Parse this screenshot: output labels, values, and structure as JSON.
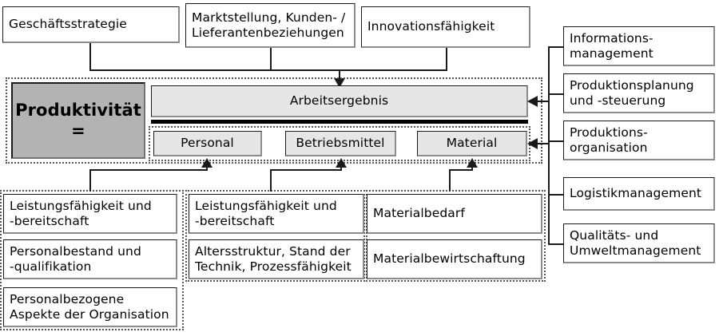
{
  "diagram": {
    "title": "Produktivitaet Bezugsgroessen",
    "colors": {
      "accent_gray": "#b3b3b3",
      "shaded": "#e6e6e6",
      "line": "#1a1a1a",
      "dotted": "#555555",
      "background": "#ffffff"
    }
  },
  "top_row": [
    {
      "id": "geschaeftsstrategie",
      "label": "Geschäftsstrategie"
    },
    {
      "id": "marktstellung",
      "label": "Marktstellung, Kunden- /\nLieferantenbeziehungen"
    },
    {
      "id": "innovationsfaehigkeit",
      "label": "Innovationsfähigkeit"
    }
  ],
  "formula": {
    "left_label": "Produktivität",
    "left_operator": "=",
    "numerator": "Arbeitsergebnis",
    "denominators": [
      {
        "id": "personal",
        "label": "Personal"
      },
      {
        "id": "betriebsmittel",
        "label": "Betriebsmittel"
      },
      {
        "id": "material",
        "label": "Material"
      }
    ]
  },
  "right_column": [
    {
      "id": "informationsmanagement",
      "label": "Informations-\nmanagement"
    },
    {
      "id": "produktionsplanung",
      "label": "Produktionsplanung\nund -steuerung"
    },
    {
      "id": "produktionsorganisation",
      "label": "Produktions-\norganisation"
    },
    {
      "id": "logistikmanagement",
      "label": "Logistikmanagement"
    },
    {
      "id": "qualitaetsmanagement",
      "label": "Qualitäts- und\nUmweltmanagement"
    }
  ],
  "bottom_groups": [
    {
      "id": "personal-group",
      "items": [
        {
          "id": "personal-leistung",
          "label": "Leistungsfähigkeit und\n-bereitschaft"
        },
        {
          "id": "personalbestand",
          "label": "Personalbestand und\n-qualifikation"
        },
        {
          "id": "personalbezogene",
          "label": "Personalbezogene\nAspekte der Organisation"
        }
      ]
    },
    {
      "id": "betriebsmittel-group",
      "items": [
        {
          "id": "betriebsmittel-leistung",
          "label": "Leistungsfähigkeit und\n-bereitschaft"
        },
        {
          "id": "altersstruktur",
          "label": "Altersstruktur, Stand der\nTechnik, Prozessfähigkeit"
        }
      ]
    },
    {
      "id": "material-group",
      "items": [
        {
          "id": "materialbedarf",
          "label": "Materialbedarf"
        },
        {
          "id": "materialbewirtschaftung",
          "label": "Materialbewirtschaftung"
        }
      ]
    }
  ]
}
